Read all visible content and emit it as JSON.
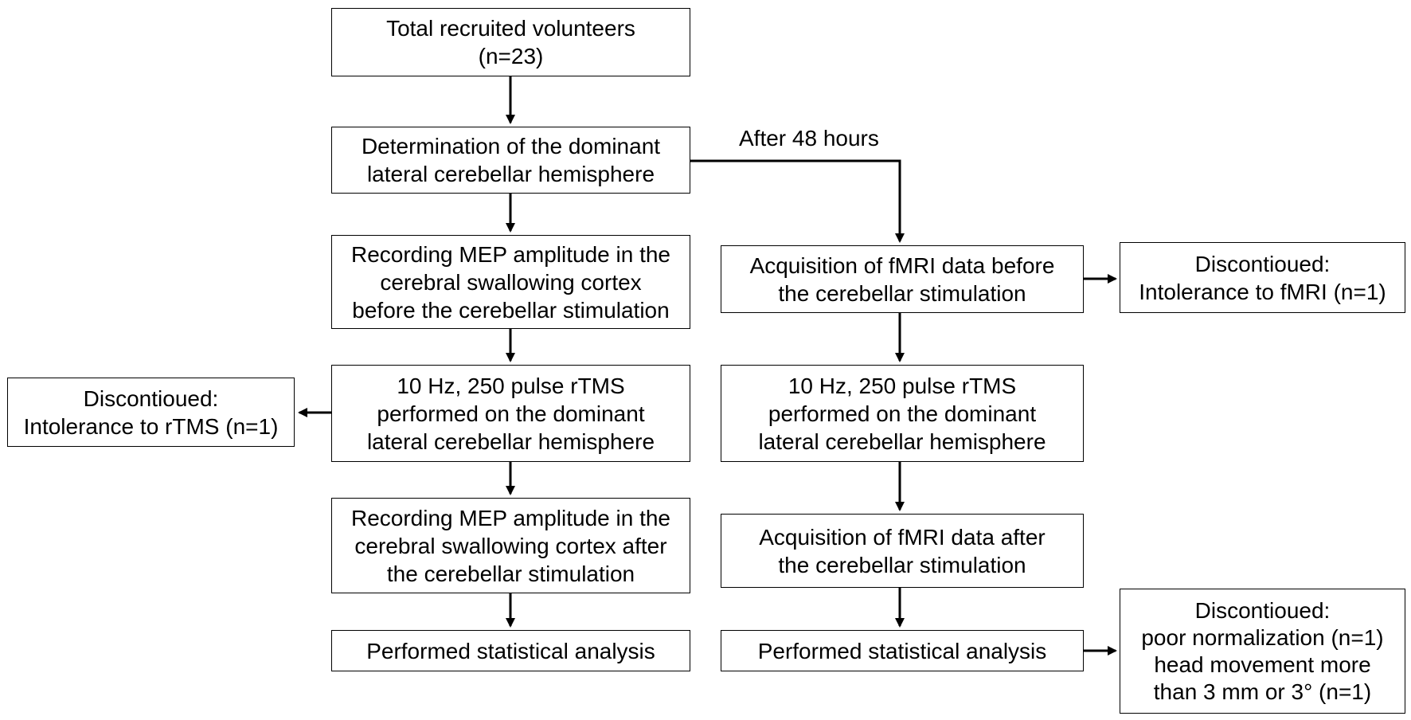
{
  "flowchart": {
    "boxes": {
      "recruited": {
        "lines": [
          "Total recruited volunteers",
          "(n=23)"
        ]
      },
      "dominant": {
        "lines": [
          "Determination of the dominant",
          "lateral cerebellar hemisphere"
        ]
      },
      "mep_before": {
        "lines": [
          "Recording MEP amplitude in the",
          "cerebral swallowing cortex",
          "before the cerebellar stimulation"
        ]
      },
      "rtms_left": {
        "lines": [
          "10 Hz, 250 pulse rTMS",
          "performed on the dominant",
          "lateral cerebellar hemisphere"
        ]
      },
      "discontinued_rtms": {
        "lines": [
          "Discontioued:",
          "Intolerance to rTMS (n=1)"
        ]
      },
      "mep_after": {
        "lines": [
          "Recording MEP amplitude in the",
          "cerebral swallowing cortex after",
          "the cerebellar stimulation"
        ]
      },
      "stats_left": {
        "lines": [
          "Performed statistical analysis"
        ]
      },
      "fmri_before": {
        "lines": [
          "Acquisition of fMRI data before",
          "the cerebellar stimulation"
        ]
      },
      "discontinued_fmri": {
        "lines": [
          "Discontioued:",
          "Intolerance to fMRI (n=1)"
        ]
      },
      "rtms_right": {
        "lines": [
          "10 Hz, 250 pulse rTMS",
          "performed on the dominant",
          "lateral cerebellar hemisphere"
        ]
      },
      "fmri_after": {
        "lines": [
          "Acquisition of fMRI data after",
          "the cerebellar stimulation"
        ]
      },
      "stats_right": {
        "lines": [
          "Performed statistical analysis"
        ]
      },
      "discontinued_norm": {
        "lines": [
          "Discontioued:",
          "poor normalization (n=1)",
          "head movement more",
          "than 3 mm or 3° (n=1)"
        ]
      }
    },
    "edge_label_48h": "After 48 hours"
  }
}
